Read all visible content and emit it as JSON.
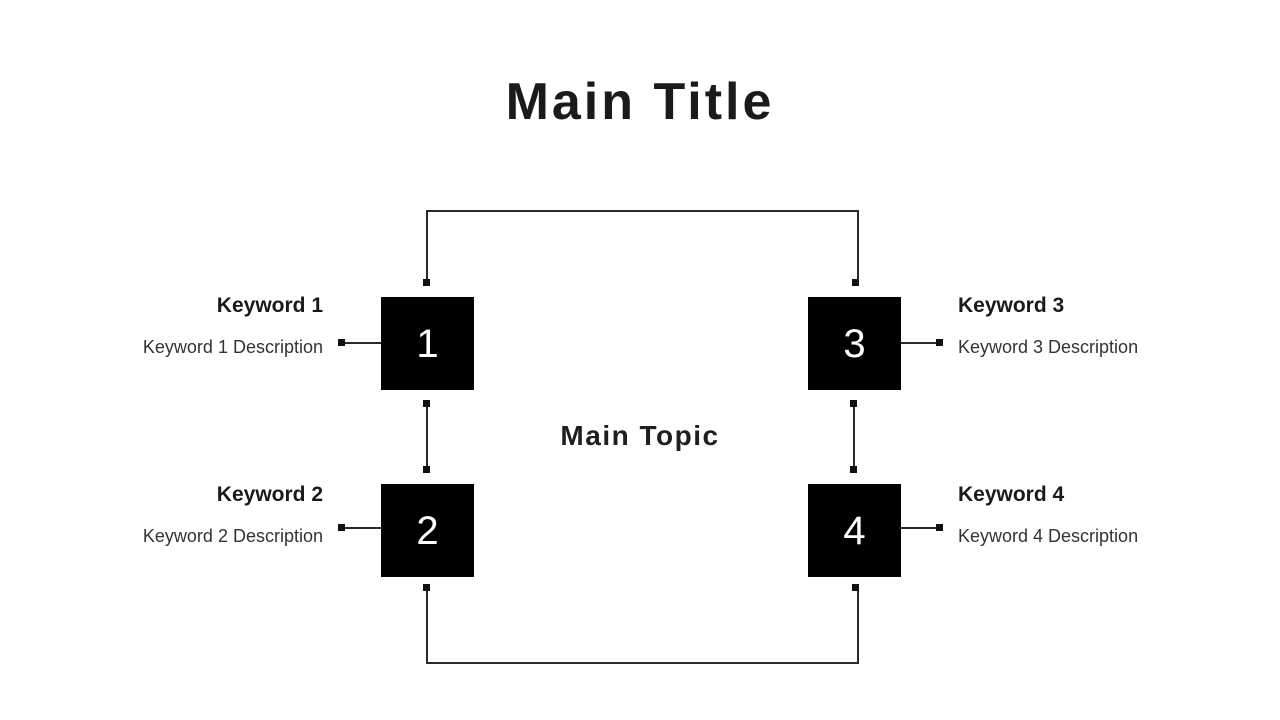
{
  "title": "Main Title",
  "center_topic": "Main Topic",
  "nodes": [
    {
      "number": "1",
      "keyword": "Keyword 1",
      "description": "Keyword 1 Description"
    },
    {
      "number": "2",
      "keyword": "Keyword 2",
      "description": "Keyword 2 Description"
    },
    {
      "number": "3",
      "keyword": "Keyword 3",
      "description": "Keyword 3 Description"
    },
    {
      "number": "4",
      "keyword": "Keyword 4",
      "description": "Keyword 4 Description"
    }
  ],
  "colors": {
    "background": "#ffffff",
    "node_fill": "#000000",
    "node_number": "#ffffff",
    "heading_text": "#1a1a1a",
    "description_text": "#333333",
    "connector": "#2a2a2a"
  }
}
